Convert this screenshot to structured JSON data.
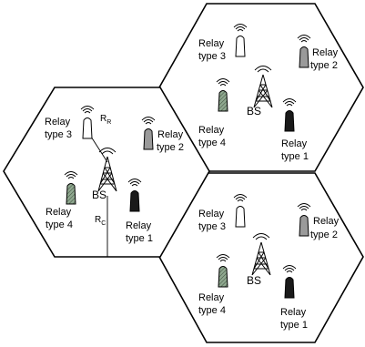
{
  "cells": {
    "left": {
      "bs_label": "BS",
      "r_r": {
        "main": "R",
        "sub": "R"
      },
      "r_c": {
        "main": "R",
        "sub": "C"
      },
      "relays": [
        {
          "line1": "Relay",
          "line2": "type 3"
        },
        {
          "line1": "Relay",
          "line2": "type 2"
        },
        {
          "line1": "Relay",
          "line2": "type 4"
        },
        {
          "line1": "Relay",
          "line2": "type 1"
        }
      ]
    },
    "top_right": {
      "bs_label": "BS",
      "relays": [
        {
          "line1": "Relay",
          "line2": "type 3"
        },
        {
          "line1": "Relay",
          "line2": "type 2"
        },
        {
          "line1": "Relay",
          "line2": "type 4"
        },
        {
          "line1": "Relay",
          "line2": "type 1"
        }
      ]
    },
    "bottom_right": {
      "bs_label": "BS",
      "relays": [
        {
          "line1": "Relay",
          "line2": "type 3"
        },
        {
          "line1": "Relay",
          "line2": "type 2"
        },
        {
          "line1": "Relay",
          "line2": "type 4"
        },
        {
          "line1": "Relay",
          "line2": "type 1"
        }
      ]
    }
  },
  "colors": {
    "type1": "#1a1a1a",
    "type2": "#9a9a9a",
    "type3": "#ffffff",
    "type4": "#7f9a7f"
  }
}
